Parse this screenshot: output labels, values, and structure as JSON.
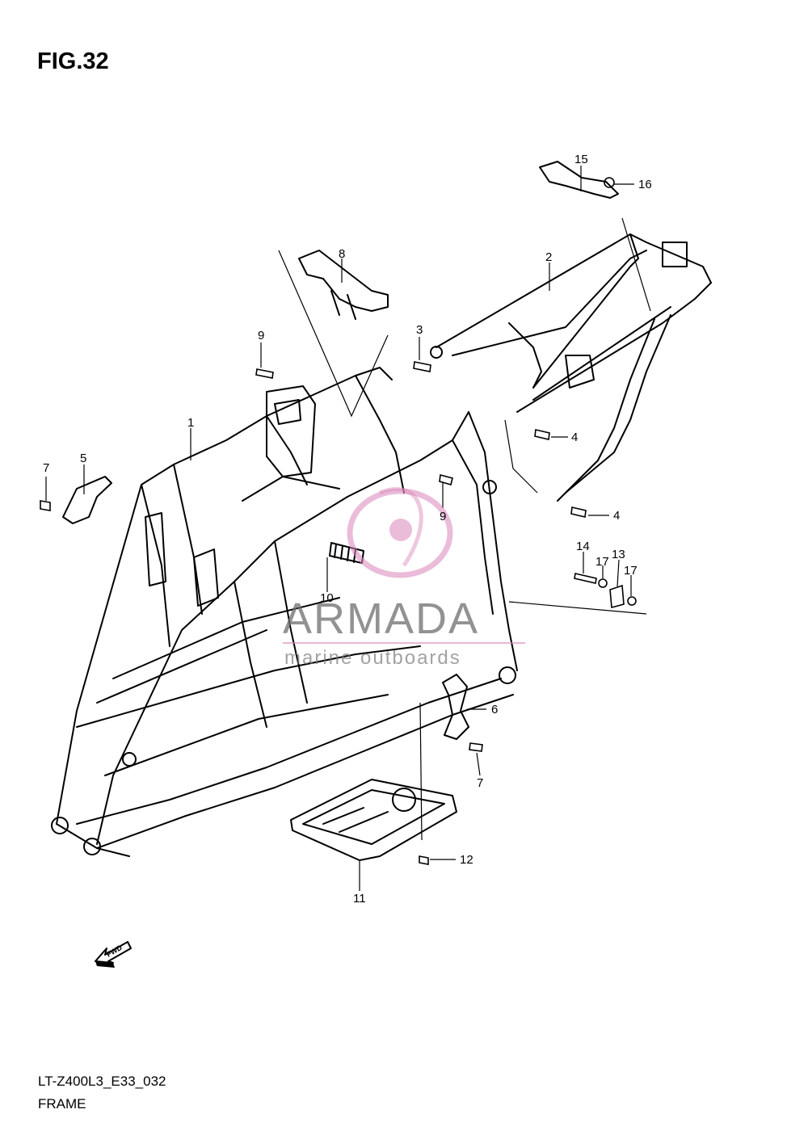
{
  "figure": {
    "title": "FIG.32",
    "code": "LT-Z400L3_E33_032",
    "name": "FRAME"
  },
  "callouts": [
    {
      "id": "c1",
      "label": "1",
      "part": "frame-main"
    },
    {
      "id": "c2",
      "label": "2",
      "part": "rear-frame"
    },
    {
      "id": "c3",
      "label": "3",
      "part": "bolt"
    },
    {
      "id": "c4a",
      "label": "4",
      "part": "bolt"
    },
    {
      "id": "c4b",
      "label": "4",
      "part": "bolt"
    },
    {
      "id": "c5",
      "label": "5",
      "part": "bracket"
    },
    {
      "id": "c6",
      "label": "6",
      "part": "bracket"
    },
    {
      "id": "c7a",
      "label": "7",
      "part": "bolt"
    },
    {
      "id": "c7b",
      "label": "7",
      "part": "bolt"
    },
    {
      "id": "c8",
      "label": "8",
      "part": "front-bracket"
    },
    {
      "id": "c9a",
      "label": "9",
      "part": "bolt"
    },
    {
      "id": "c9b",
      "label": "9",
      "part": "bolt"
    },
    {
      "id": "c10",
      "label": "10",
      "part": "stud"
    },
    {
      "id": "c11",
      "label": "11",
      "part": "skid-plate"
    },
    {
      "id": "c12",
      "label": "12",
      "part": "nut"
    },
    {
      "id": "c13",
      "label": "13",
      "part": "stay"
    },
    {
      "id": "c14",
      "label": "14",
      "part": "nut"
    },
    {
      "id": "c15",
      "label": "15",
      "part": "cushion"
    },
    {
      "id": "c16",
      "label": "16",
      "part": "bolt"
    },
    {
      "id": "c17a",
      "label": "17",
      "part": "washer"
    },
    {
      "id": "c17b",
      "label": "17",
      "part": "washer"
    }
  ],
  "direction_arrow": {
    "label": "FWD",
    "icon": "fwd-arrow-icon"
  },
  "watermark": {
    "brand": "ARMADA",
    "tagline": "marine outboards",
    "accent_color": "#d985b9"
  }
}
